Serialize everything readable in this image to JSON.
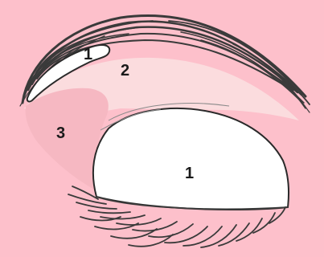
{
  "colors": {
    "background": "#fdc0cb",
    "brow_bone_highlight": "#ffffff",
    "crease_shadow": "#fbdcde",
    "outer_corner": "#f6b8c2",
    "eyelid": "#ffffff",
    "outline": "#2a2a2a"
  },
  "zones": {
    "brow_highlight": "1",
    "crease": "2",
    "outer_v": "3",
    "lid": "1"
  }
}
